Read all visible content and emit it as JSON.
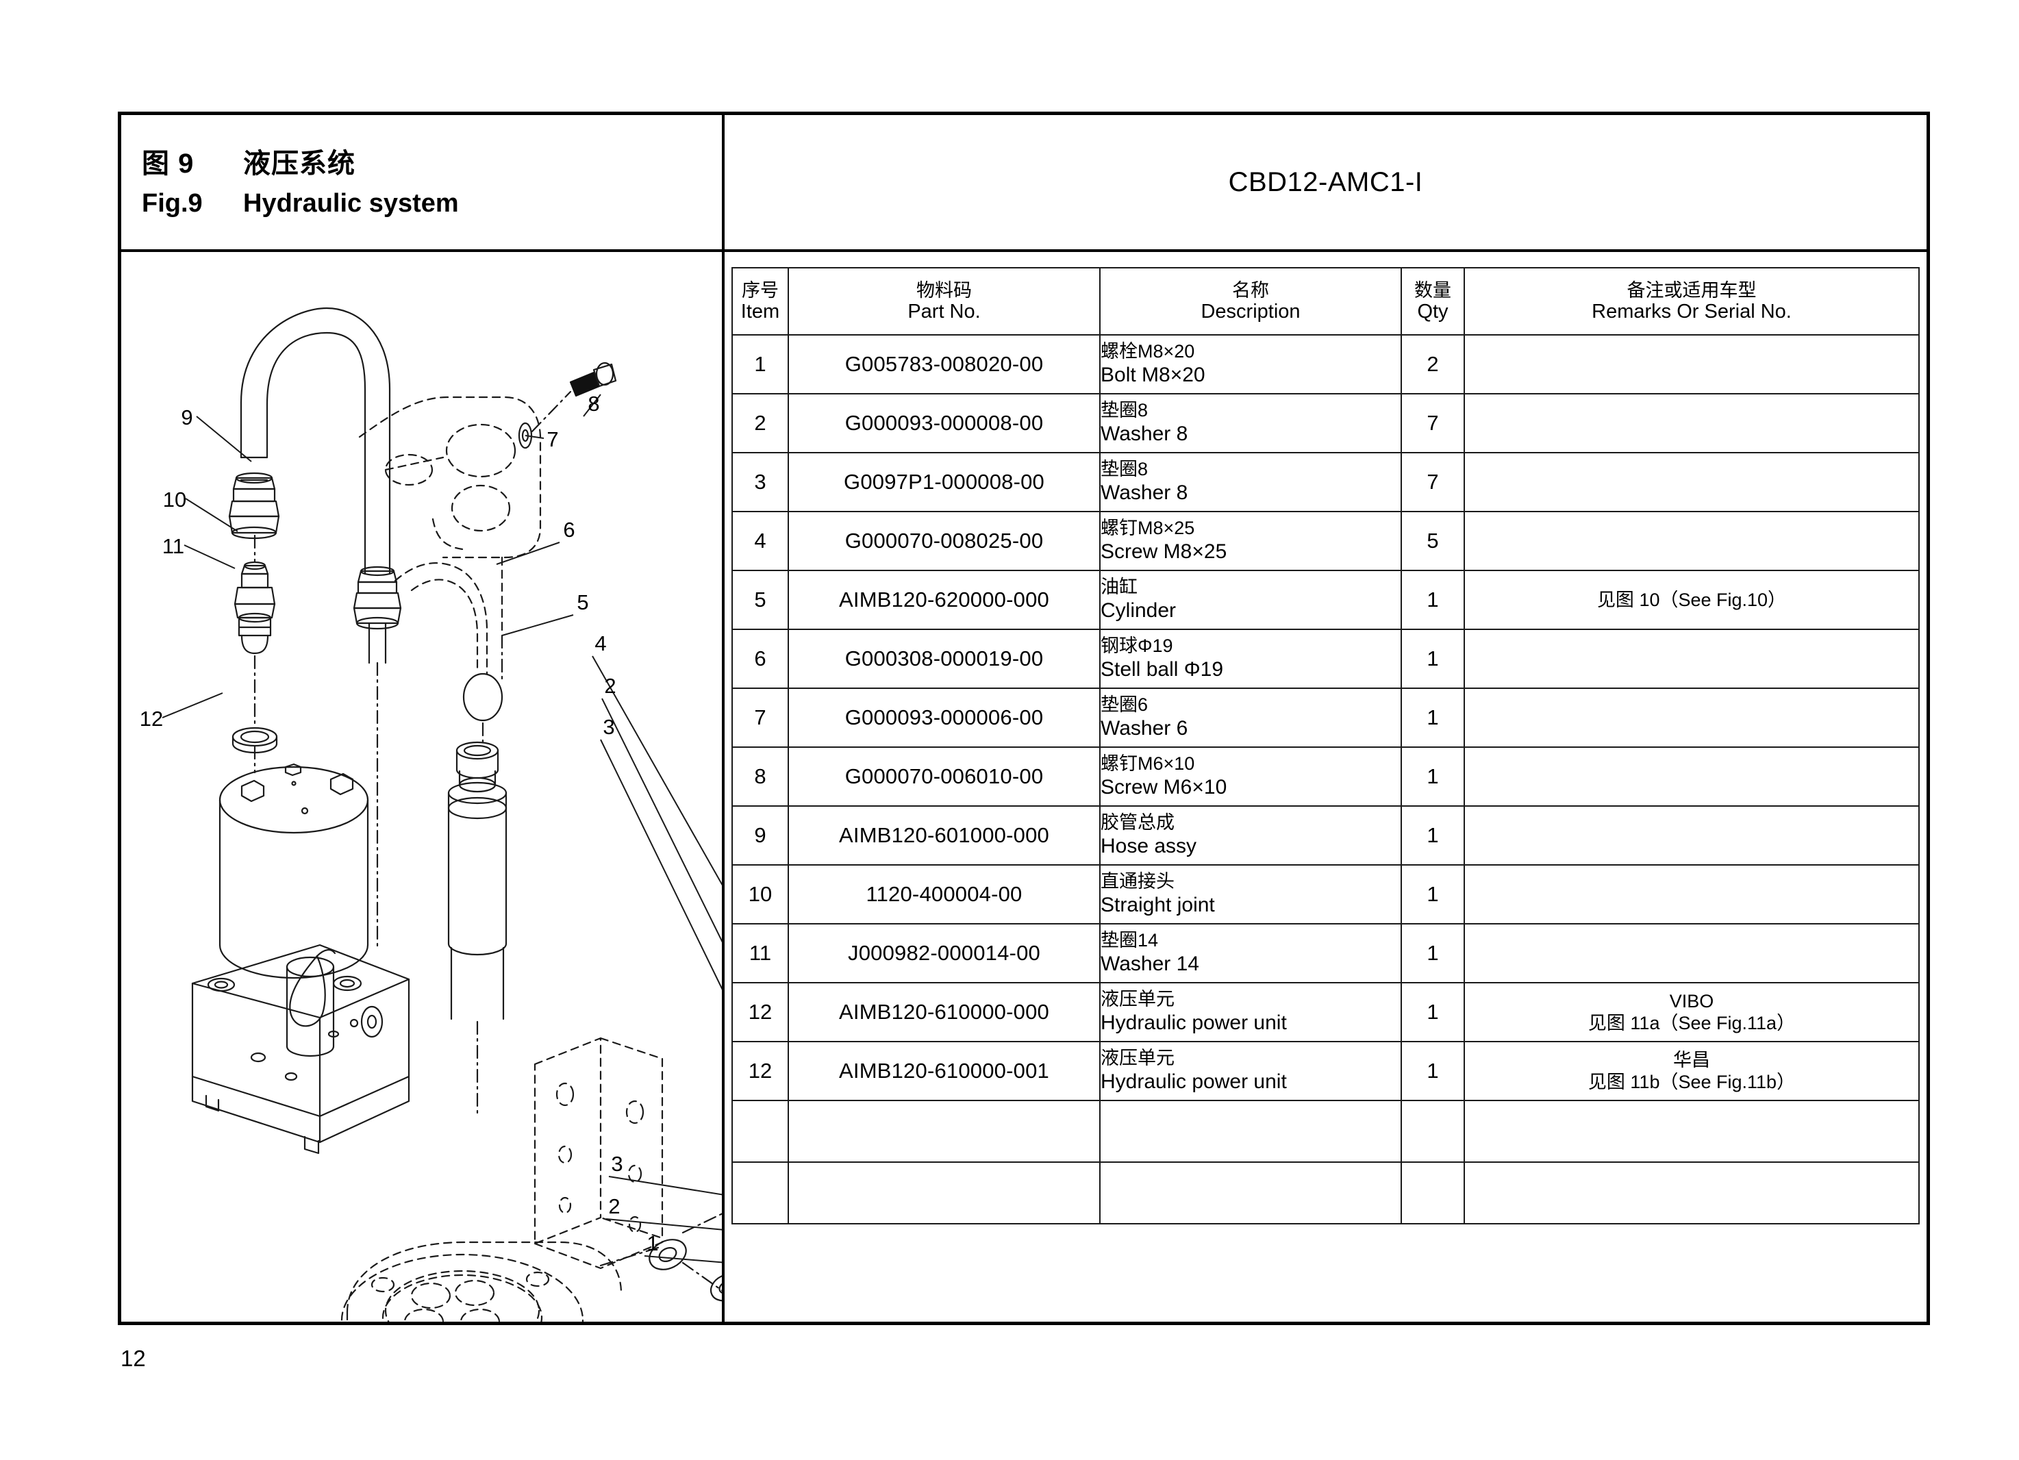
{
  "header": {
    "fig_number_cn": "图 9",
    "fig_title_cn": "液压系统",
    "fig_number_en": "Fig.9",
    "fig_title_en": "Hydraulic system",
    "model": "CBD12-AMC1-I"
  },
  "table": {
    "columns": [
      {
        "cn": "序号",
        "en": "Item"
      },
      {
        "cn": "物料码",
        "en": "Part No."
      },
      {
        "cn": "名称",
        "en": "Description"
      },
      {
        "cn": "数量",
        "en": "Qty"
      },
      {
        "cn": "备注或适用车型",
        "en": "Remarks Or Serial No."
      }
    ],
    "rows": [
      {
        "item": "1",
        "part": "G005783-008020-00",
        "desc_cn": "螺栓M8×20",
        "desc_en": "Bolt M8×20",
        "qty": "2",
        "rem1": "",
        "rem2": ""
      },
      {
        "item": "2",
        "part": "G000093-000008-00",
        "desc_cn": "垫圈8",
        "desc_en": "Washer 8",
        "qty": "7",
        "rem1": "",
        "rem2": ""
      },
      {
        "item": "3",
        "part": "G0097P1-000008-00",
        "desc_cn": "垫圈8",
        "desc_en": "Washer 8",
        "qty": "7",
        "rem1": "",
        "rem2": ""
      },
      {
        "item": "4",
        "part": "G000070-008025-00",
        "desc_cn": "螺钉M8×25",
        "desc_en": "Screw M8×25",
        "qty": "5",
        "rem1": "",
        "rem2": ""
      },
      {
        "item": "5",
        "part": "AIMB120-620000-000",
        "desc_cn": "油缸",
        "desc_en": "Cylinder",
        "qty": "1",
        "rem1": "",
        "rem2": "见图 10（See Fig.10）"
      },
      {
        "item": "6",
        "part": "G000308-000019-00",
        "desc_cn": "钢球Φ19",
        "desc_en": "Stell ball Φ19",
        "qty": "1",
        "rem1": "",
        "rem2": ""
      },
      {
        "item": "7",
        "part": "G000093-000006-00",
        "desc_cn": "垫圈6",
        "desc_en": "Washer 6",
        "qty": "1",
        "rem1": "",
        "rem2": ""
      },
      {
        "item": "8",
        "part": "G000070-006010-00",
        "desc_cn": "螺钉M6×10",
        "desc_en": "Screw M6×10",
        "qty": "1",
        "rem1": "",
        "rem2": ""
      },
      {
        "item": "9",
        "part": "AIMB120-601000-000",
        "desc_cn": "胶管总成",
        "desc_en": "Hose assy",
        "qty": "1",
        "rem1": "",
        "rem2": ""
      },
      {
        "item": "10",
        "part": "1120-400004-00",
        "desc_cn": "直通接头",
        "desc_en": "Straight joint",
        "qty": "1",
        "rem1": "",
        "rem2": ""
      },
      {
        "item": "11",
        "part": "J000982-000014-00",
        "desc_cn": "垫圈14",
        "desc_en": "Washer 14",
        "qty": "1",
        "rem1": "",
        "rem2": ""
      },
      {
        "item": "12",
        "part": "AIMB120-610000-000",
        "desc_cn": "液压单元",
        "desc_en": "Hydraulic power unit",
        "qty": "1",
        "rem1": "VIBO",
        "rem2": "见图 11a（See Fig.11a）"
      },
      {
        "item": "12",
        "part": "AIMB120-610000-001",
        "desc_cn": "液压单元",
        "desc_en": "Hydraulic power unit",
        "qty": "1",
        "rem1": "华昌",
        "rem2": "见图 11b（See Fig.11b）"
      }
    ],
    "empty_rows": 2
  },
  "figure": {
    "callouts": [
      {
        "id": "9",
        "label": "9"
      },
      {
        "id": "8",
        "label": "8"
      },
      {
        "id": "7",
        "label": "7"
      },
      {
        "id": "10",
        "label": "10"
      },
      {
        "id": "6",
        "label": "6"
      },
      {
        "id": "11",
        "label": "11"
      },
      {
        "id": "5",
        "label": "5"
      },
      {
        "id": "4",
        "label": "4"
      },
      {
        "id": "2a",
        "label": "2"
      },
      {
        "id": "3a",
        "label": "3"
      },
      {
        "id": "12",
        "label": "12"
      },
      {
        "id": "3b",
        "label": "3"
      },
      {
        "id": "2b",
        "label": "2"
      },
      {
        "id": "1",
        "label": "1"
      }
    ]
  },
  "footer": {
    "page_number": "12"
  }
}
